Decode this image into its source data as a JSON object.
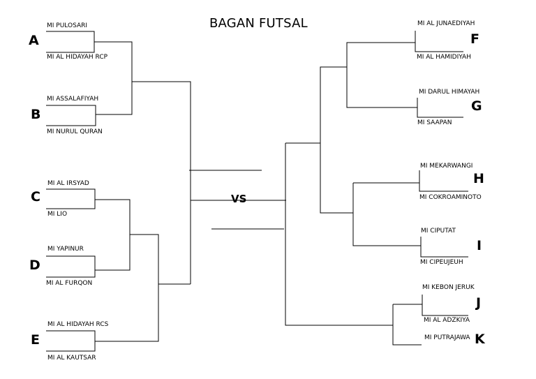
{
  "title": "BAGAN FUTSAL",
  "center_label": "VS",
  "left_groups": [
    {
      "letter": "A",
      "teams": [
        "MI PULOSARI",
        "MI AL HIDAYAH RCP"
      ]
    },
    {
      "letter": "B",
      "teams": [
        "MI ASSALAFIYAH",
        "MI NURUL QURAN"
      ]
    },
    {
      "letter": "C",
      "teams": [
        "MI AL IRSYAD",
        "MI LIO"
      ]
    },
    {
      "letter": "D",
      "teams": [
        "MI YAPINUR",
        "MI AL FURQON"
      ]
    },
    {
      "letter": "E",
      "teams": [
        "MI AL HIDAYAH RCS",
        "MI AL KAUTSAR"
      ]
    }
  ],
  "right_groups": [
    {
      "letter": "F",
      "teams": [
        "MI AL JUNAEDIYAH",
        "MI AL HAMIDIYAH"
      ]
    },
    {
      "letter": "G",
      "teams": [
        "MI DARUL HIMAYAH",
        "MI SAAPAN"
      ]
    },
    {
      "letter": "H",
      "teams": [
        "MI MEKARWANGI",
        "MI COKROAMINOTO"
      ]
    },
    {
      "letter": "I",
      "teams": [
        "MI CIPUTAT",
        "MI CIPEUJEUH"
      ]
    },
    {
      "letter": "J",
      "teams": [
        "MI KEBON JERUK",
        "MI AL ADZKIYA"
      ]
    },
    {
      "letter": "K",
      "teams": [
        "MI PUTRAJAWA"
      ]
    }
  ]
}
